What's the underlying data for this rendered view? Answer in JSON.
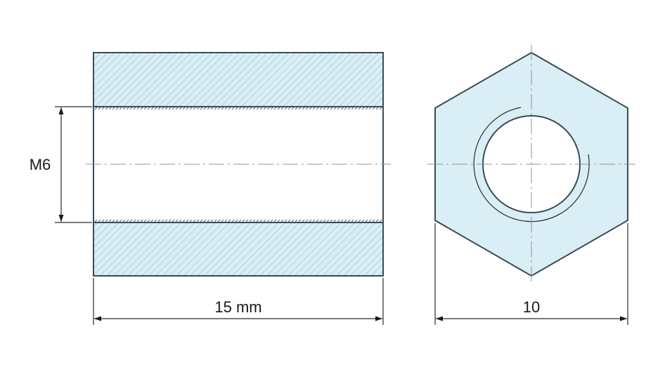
{
  "side_view": {
    "thread_label": "M6",
    "length_label": "15 mm"
  },
  "end_view": {
    "width_label": "10"
  },
  "colors": {
    "fill": "#daeef5",
    "hatch": "#8fc4d6",
    "outline": "#3a4a58",
    "dimension": "#1a1a1a",
    "centerline": "#8c949c"
  }
}
